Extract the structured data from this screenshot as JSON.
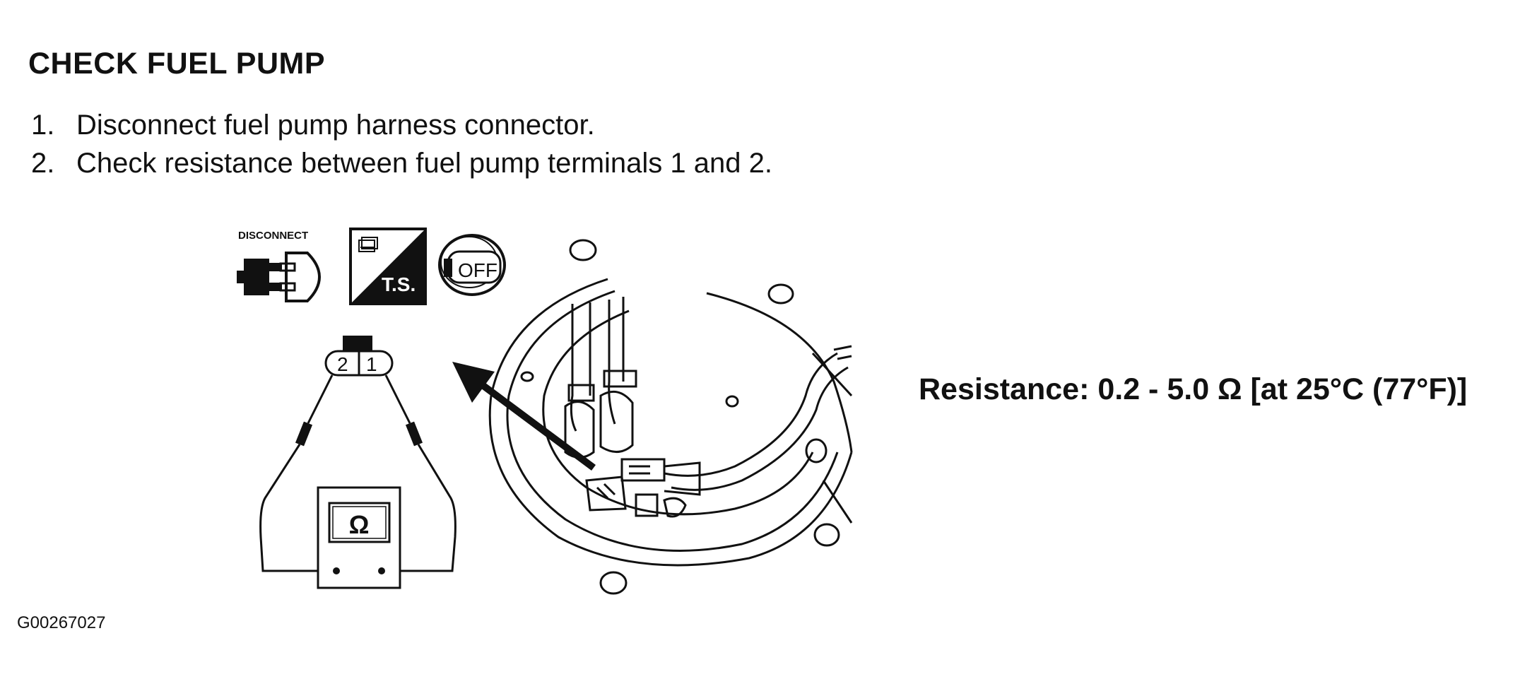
{
  "title": "CHECK FUEL PUMP",
  "steps": [
    {
      "num": "1.",
      "text": "Disconnect fuel pump harness connector."
    },
    {
      "num": "2.",
      "text": "Check resistance between fuel pump terminals 1 and 2."
    }
  ],
  "icons": {
    "disconnect_label": "DISCONNECT",
    "ts_label": "T.S.",
    "key_label": "OFF"
  },
  "connector": {
    "terminal_left": "2",
    "terminal_right": "1"
  },
  "meter_symbol": "Ω",
  "specification": "Resistance: 0.2 - 5.0 Ω [at 25°C (77°F)]",
  "figure_id": "G00267027"
}
